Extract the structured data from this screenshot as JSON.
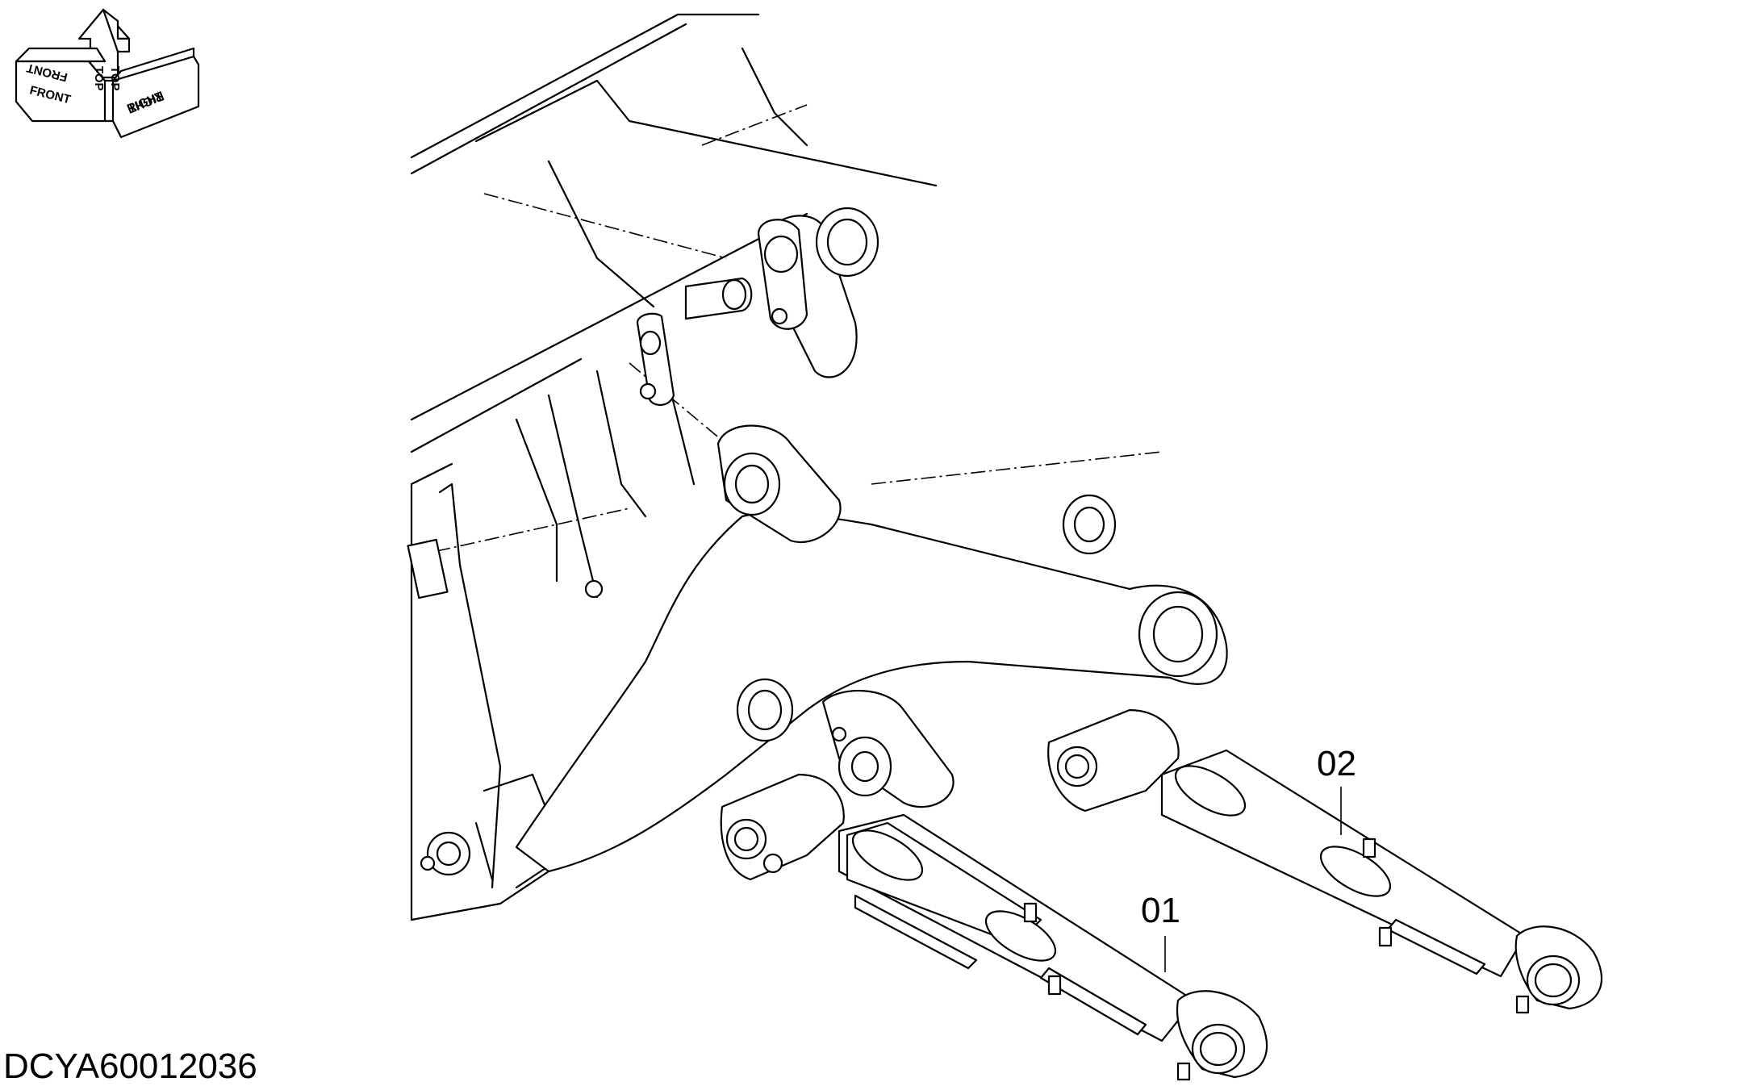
{
  "drawing_id": "DCYA60012036",
  "callouts": [
    {
      "label": "01"
    },
    {
      "label": "02"
    }
  ],
  "orientation_indicator": {
    "front": "FRONT",
    "top": "TOP",
    "right": "RIGHT"
  }
}
